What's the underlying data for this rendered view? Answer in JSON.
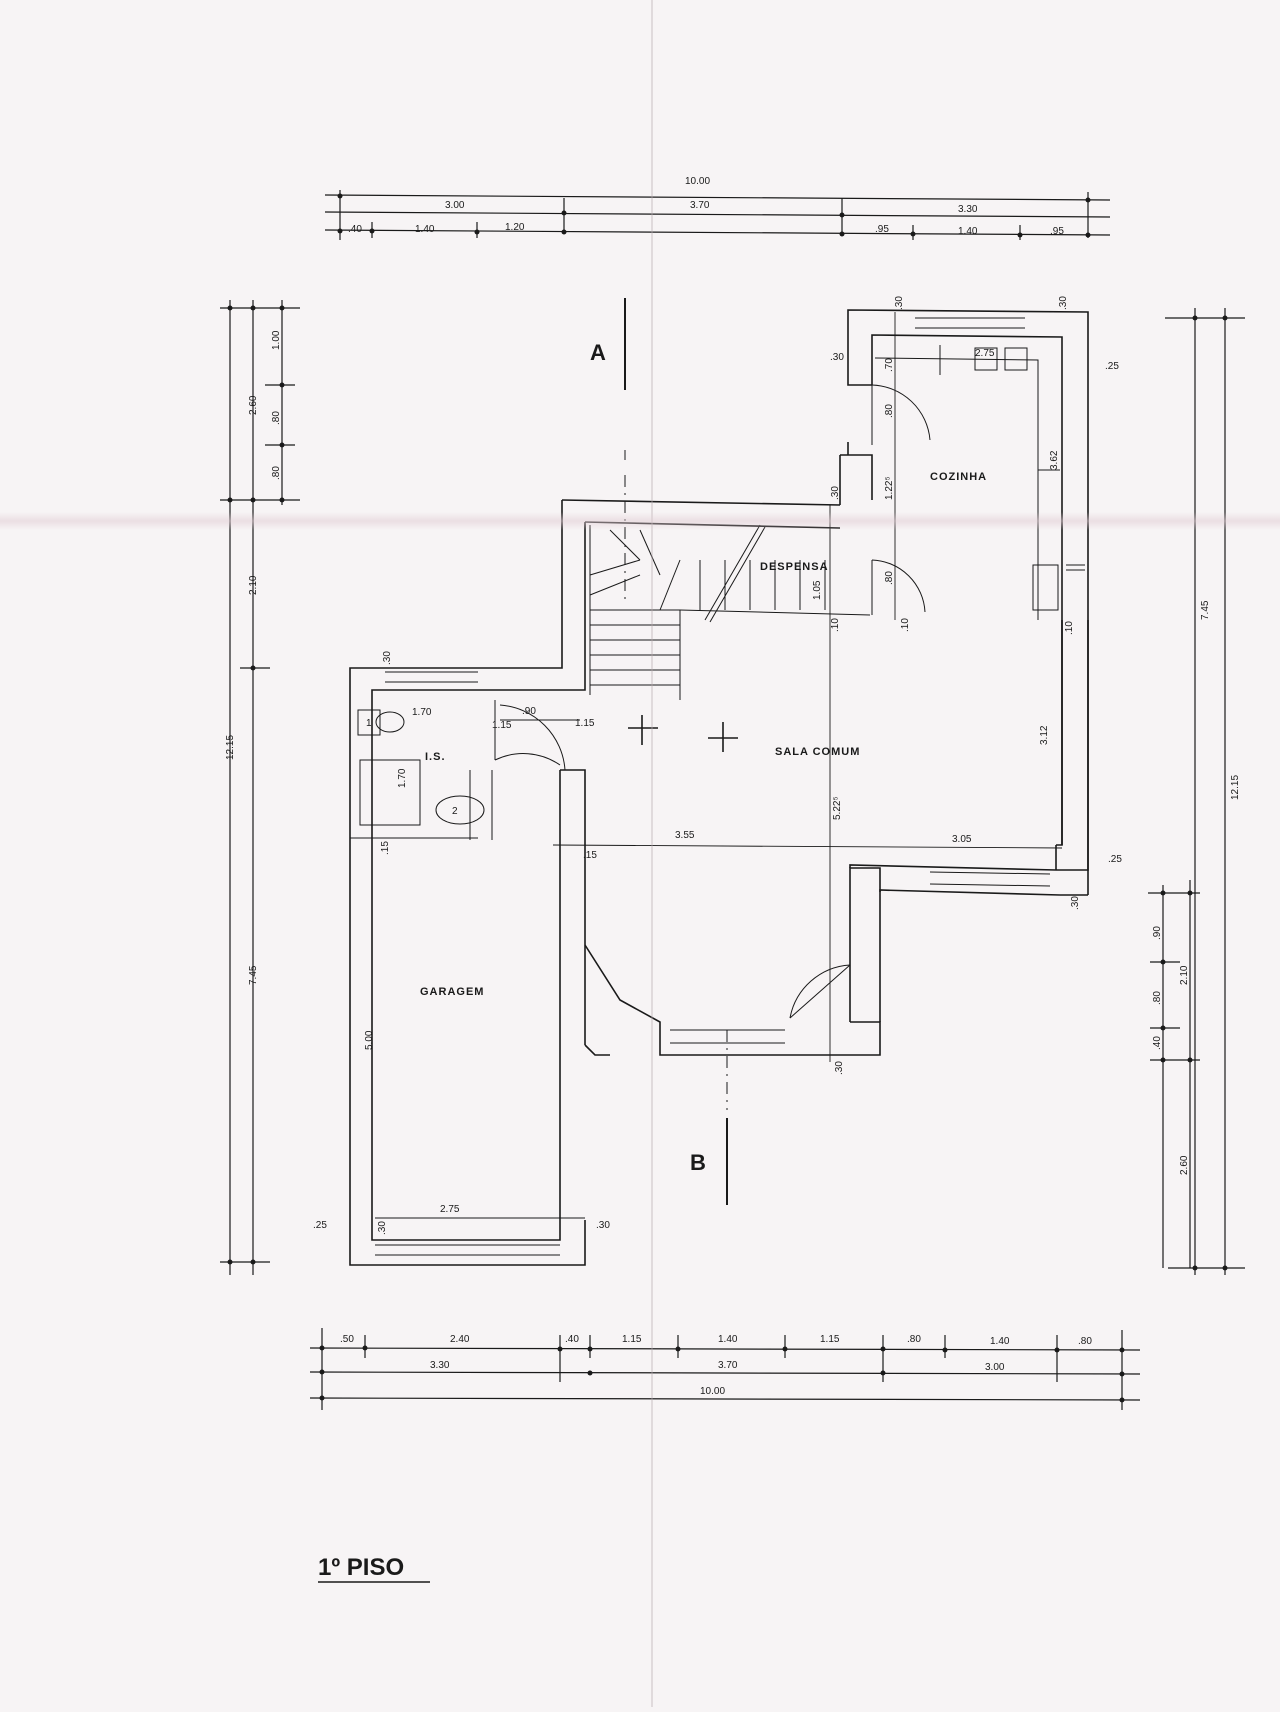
{
  "title": "1º PISO",
  "sections": {
    "a": "A",
    "b": "B"
  },
  "rooms": {
    "cozinha": "COZINHA",
    "despensa": "DESPENSA",
    "sala_comum": "SALA COMUM",
    "ls": "I.S.",
    "garagem": "GARAGEM"
  },
  "fixtures": {
    "toilet": "1",
    "basin": "2"
  },
  "dims": {
    "top_total": "10.00",
    "top_a": "3.00",
    "top_b": "3.70",
    "top_c": "3.30",
    "top_d1": ".40",
    "top_d2": "1.40",
    "top_d3": "1.20",
    "top_e1": ".95",
    "top_e2": "1.40",
    "top_e3": ".95",
    "left_1": "1.00",
    "left_2": ".80",
    "left_3": ".80",
    "left_260": "2.60",
    "left_210": "2.10",
    "left_1215": "12.15",
    "left_745": "7.45",
    "right_745": "7.45",
    "right_1215": "12.15",
    "right_90": ".90",
    "right_80": ".80",
    "right_40": ".40",
    "right_210": "2.10",
    "right_260": "2.60",
    "bot_1": ".50",
    "bot_2": "2.40",
    "bot_3": ".40",
    "bot_4": "1.15",
    "bot_5": "1.40",
    "bot_6": "1.15",
    "bot_7": ".80",
    "bot_8": "1.40",
    "bot_9": ".80",
    "bot_330": "3.30",
    "bot_370": "3.70",
    "bot_300": "3.00",
    "bot_total": "10.00",
    "k_30a": ".30",
    "k_30b": ".30",
    "k_30c": ".30",
    "k_25": ".25",
    "k_70": ".70",
    "k_275": "2.75",
    "k_80a": ".80",
    "k_362": "3.62",
    "k_30d": ".30",
    "k_122": "1.22⁵",
    "k_80b": ".80",
    "k_10a": ".10",
    "k_10b": ".10",
    "k_10c": ".10",
    "k_105": "1.05",
    "s_30": ".30",
    "s_170a": "1.70",
    "s_115a": "1.15",
    "s_90": ".90",
    "s_115b": "1.15",
    "s_170b": "1.70",
    "s_15a": ".15",
    "s_15b": ".15",
    "s_355": "3.55",
    "s_305": "3.05",
    "s_25": ".25",
    "s_30b": ".30",
    "s_522": "5.22⁵",
    "s_312": "3.12",
    "g_500": "5.00",
    "g_275": "2.75",
    "g_25": ".25",
    "g_30a": ".30",
    "g_30b": ".30",
    "e_30": ".30"
  }
}
